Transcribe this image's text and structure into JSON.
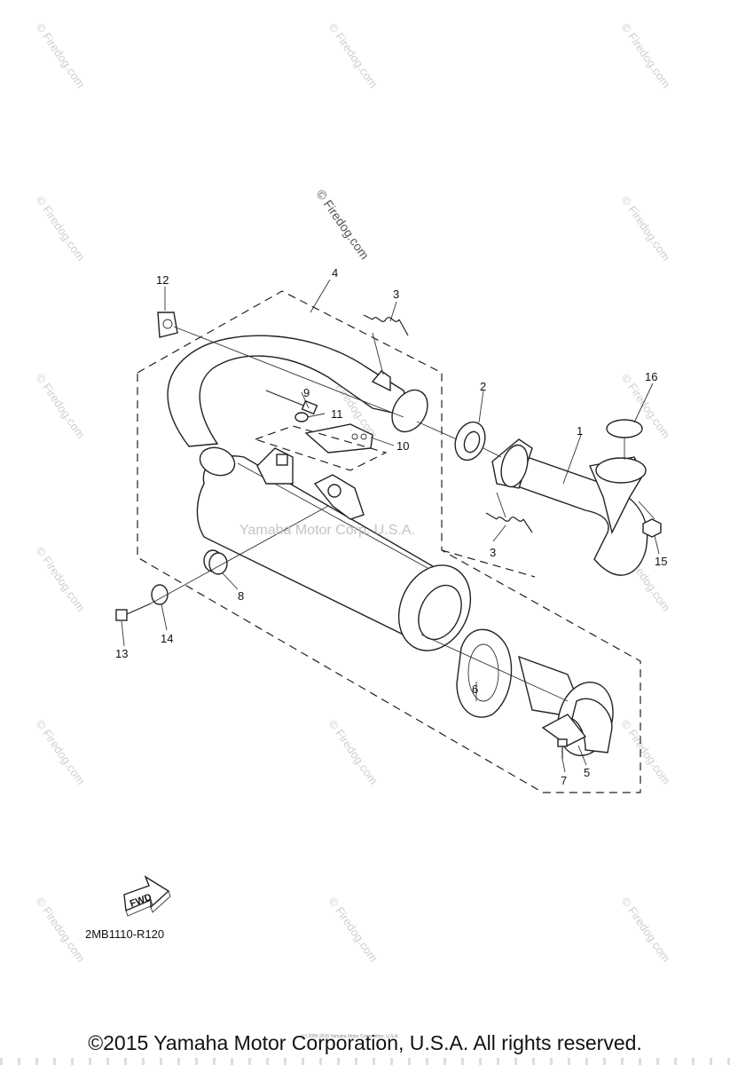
{
  "watermark": {
    "text": "© Firedog.com",
    "center_text": "Yamaha Motor Corp, U.S.A."
  },
  "diagram_code": "2MB1110-R120",
  "fwd_label": "FWD",
  "footer": {
    "copyright": "©2015 Yamaha Motor Corporation, U.S.A. All rights reserved.",
    "tiny_text": "(c) 2005-2015 Yamaha Motor Corporation, U.S.A."
  },
  "callouts": {
    "c1": "1",
    "c2": "2",
    "c3a": "3",
    "c3b": "3",
    "c4": "4",
    "c5": "5",
    "c6": "6",
    "c7": "7",
    "c8": "8",
    "c9": "9",
    "c10": "10",
    "c11": "11",
    "c12": "12",
    "c13": "13",
    "c14": "14",
    "c15": "15",
    "c16": "16"
  }
}
